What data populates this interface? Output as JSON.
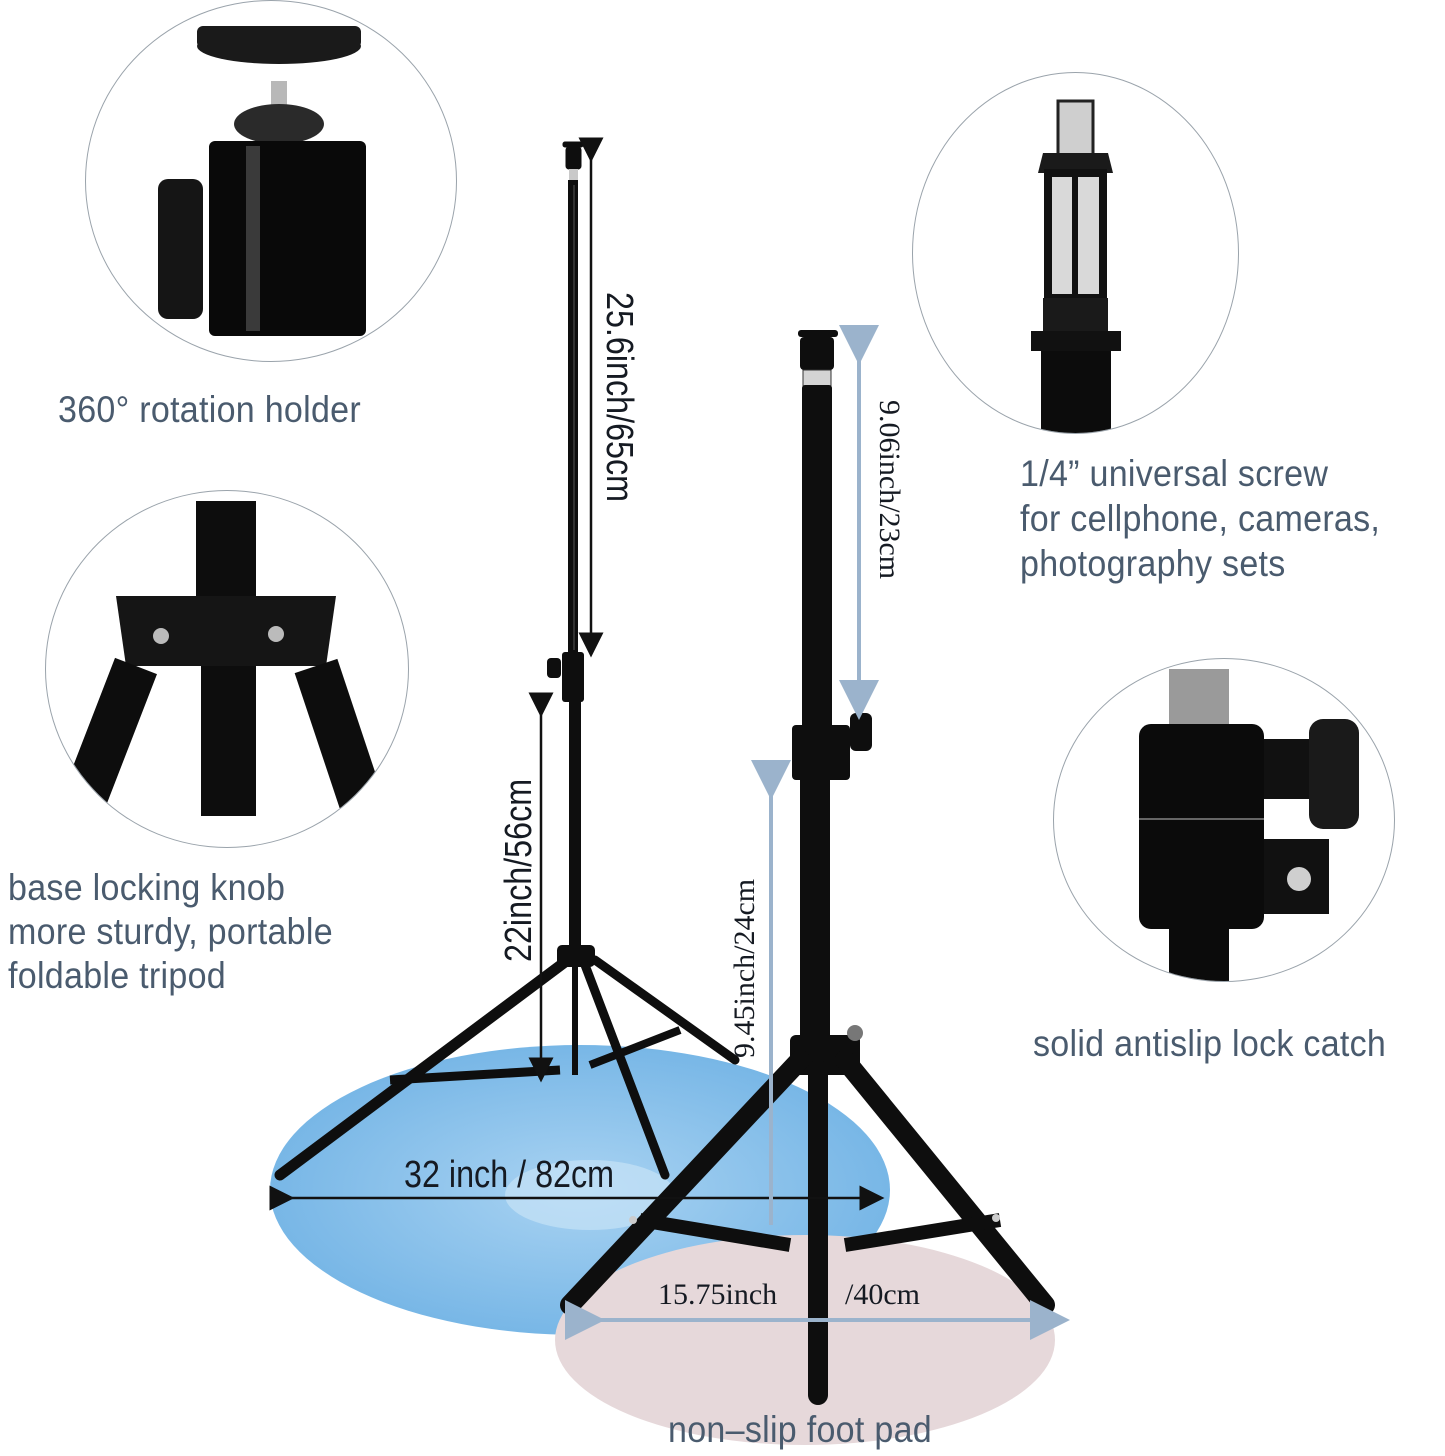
{
  "product": "Adjustable light stand tripod",
  "colors": {
    "caption_text": "#4a5b6e",
    "dimension_text": "#151a22",
    "circle_border": "#9aa3ab",
    "floor_blue": "#7fbbe8",
    "floor_pink": "#e8dadb",
    "arrow_black": "#111111",
    "arrow_blue_gray": "#9bb3cc",
    "metal_black": "#0e0e0e"
  },
  "callouts": [
    {
      "id": "rotation-holder",
      "caption": "360° rotation holder",
      "image": "ball-head-mount"
    },
    {
      "id": "universal-screw",
      "caption_lines": [
        "1/4”  universal screw",
        "for cellphone, cameras,",
        "photography sets"
      ],
      "image": "screw-adapter"
    },
    {
      "id": "base-locking",
      "caption_lines": [
        "base locking knob",
        "more sturdy, portable",
        "foldable tripod"
      ],
      "image": "tripod-leg-joint"
    },
    {
      "id": "lock-catch",
      "caption": "solid antislip lock catch",
      "image": "lock-collar-knob"
    }
  ],
  "dimensions": {
    "tall_upper": "25.6inch/65cm",
    "tall_lower": "22inch/56cm",
    "tall_spread": "32 inch / 82cm",
    "short_upper": "9.06inch/23cm",
    "short_lower": "9.45inch/24cm",
    "short_spread_inch": "15.75inch",
    "short_spread_cm": "/40cm"
  },
  "footer": {
    "caption": "non–slip foot pad"
  }
}
